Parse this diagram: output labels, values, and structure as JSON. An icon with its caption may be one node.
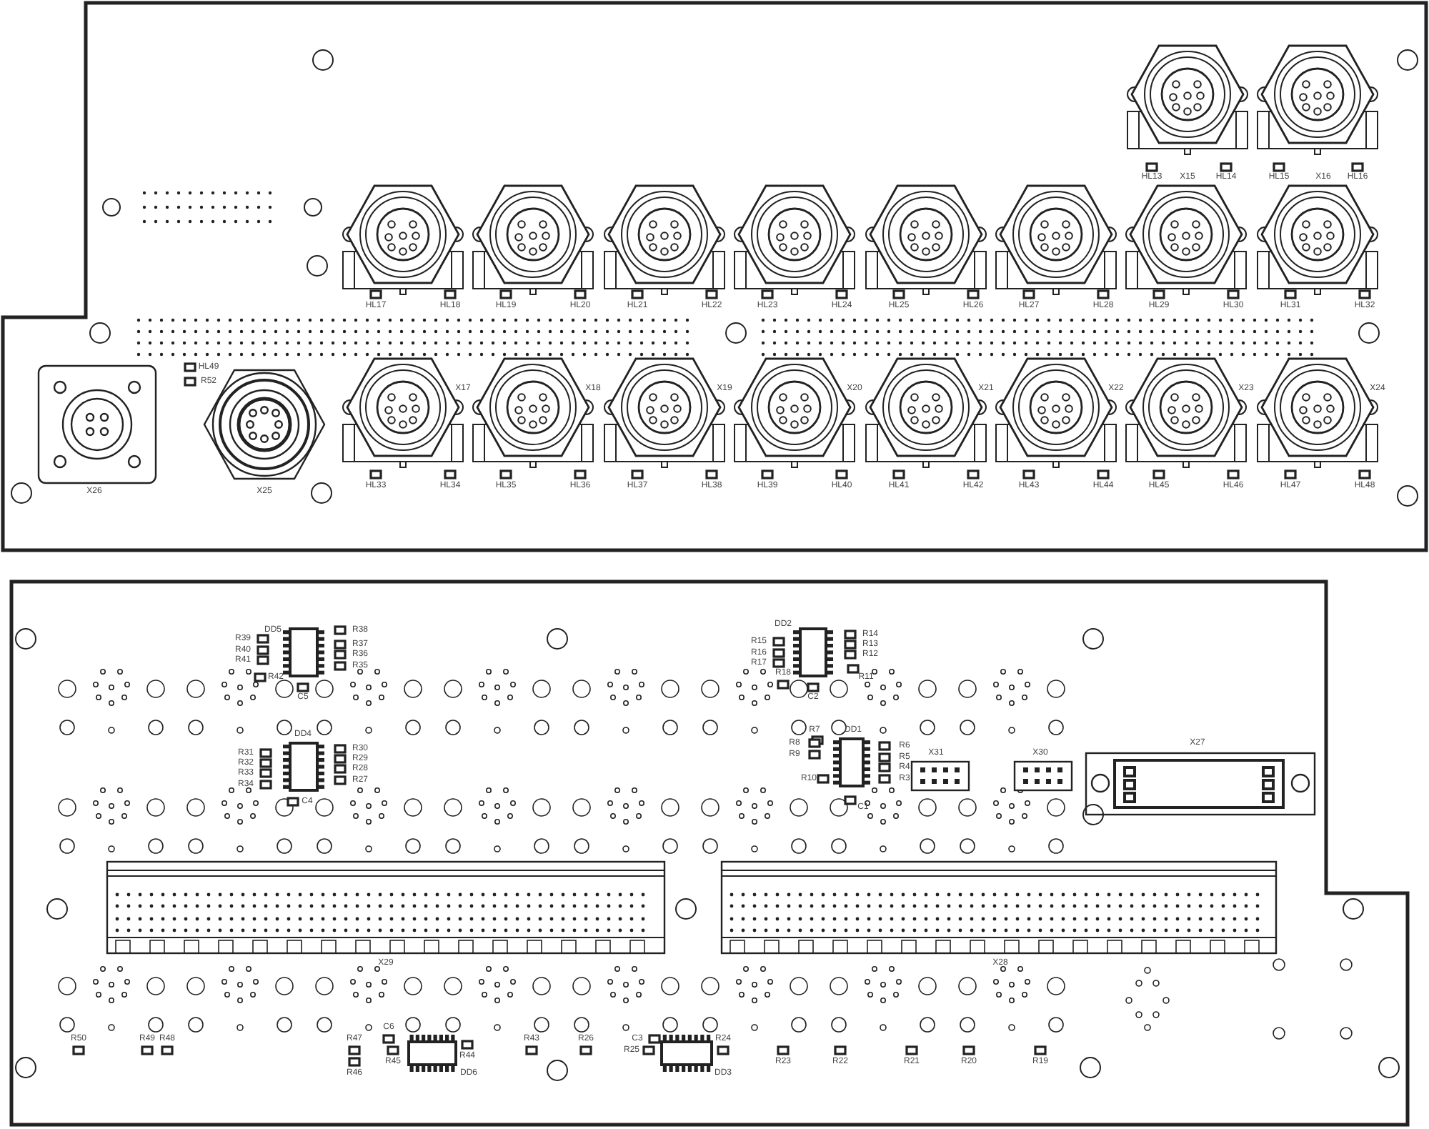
{
  "diagram": {
    "labels": [
      "HL13",
      "X15",
      "HL14",
      "HL15",
      "X16",
      "HL16",
      "HL17",
      "HL18",
      "HL19",
      "HL20",
      "HL21",
      "HL22",
      "HL23",
      "HL24",
      "HL25",
      "HL26",
      "HL27",
      "HL28",
      "HL29",
      "HL30",
      "HL31",
      "HL32",
      "HL49",
      "R52",
      "X17",
      "X18",
      "X19",
      "X20",
      "X21",
      "X22",
      "X23",
      "X24",
      "X26",
      "X25",
      "HL33",
      "HL34",
      "HL35",
      "HL36",
      "HL37",
      "HL38",
      "HL39",
      "HL40",
      "HL41",
      "HL42",
      "HL43",
      "HL44",
      "HL45",
      "HL46",
      "HL47",
      "HL48",
      "DD5",
      "R39",
      "R40",
      "R41",
      "R42",
      "C5",
      "R38",
      "R37",
      "R36",
      "R35",
      "DD4",
      "R31",
      "R32",
      "R33",
      "R34",
      "R30",
      "R29",
      "R28",
      "R27",
      "C4",
      "DD2",
      "R15",
      "R16",
      "R17",
      "R18",
      "R14",
      "R13",
      "R12",
      "R11",
      "C2",
      "R7",
      "DD1",
      "R8",
      "R9",
      "R10",
      "R6",
      "R5",
      "R4",
      "R3",
      "C1",
      "X31",
      "X30",
      "X27",
      "X29",
      "X28",
      "R50",
      "R49",
      "R48",
      "C6",
      "R47",
      "R46",
      "R45",
      "R44",
      "DD6",
      "R43",
      "R26",
      "C3",
      "R25",
      "R24",
      "DD3",
      "R23",
      "R22",
      "R21",
      "R20",
      "R19"
    ]
  }
}
